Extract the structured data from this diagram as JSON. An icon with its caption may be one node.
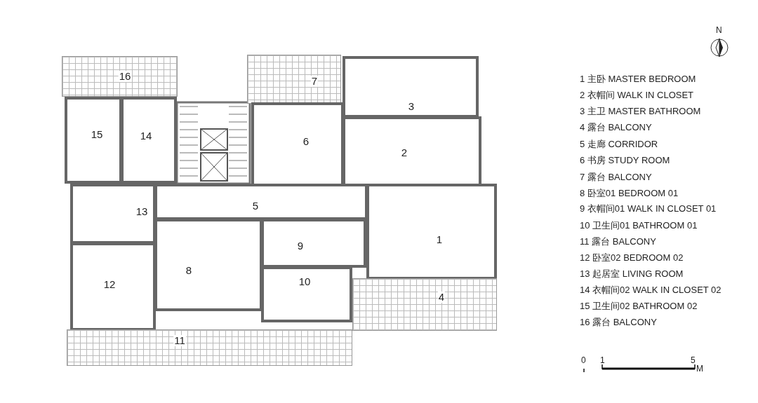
{
  "diagram": {
    "nodes": [
      {
        "text": [
          "16"
        ]
      },
      {
        "text": [
          "7"
        ]
      },
      {
        "text": [
          "3"
        ]
      },
      {
        "text": [
          "15"
        ]
      },
      {
        "text": [
          "14"
        ]
      },
      {
        "text": [
          "6"
        ]
      },
      {
        "text": [
          "2"
        ]
      },
      {
        "text": [
          "5"
        ]
      },
      {
        "text": [
          "13"
        ]
      },
      {
        "text": [
          "1"
        ]
      },
      {
        "text": [
          "9"
        ]
      },
      {
        "text": [
          "8"
        ]
      },
      {
        "text": [
          "10"
        ]
      },
      {
        "text": [
          "12"
        ]
      },
      {
        "text": [
          "4"
        ]
      },
      {
        "text": [
          "11"
        ]
      }
    ],
    "edges": [],
    "labels": [
      "N",
      "1 主卧 MASTER BEDROOM",
      "2 衣帽间 WALK IN CLOSET",
      "3 主卫 MASTER BATHROOM",
      "4 露台 BALCONY",
      "5 走廊 CORRIDOR",
      "6 书房 STUDY ROOM",
      "7 露台 BALCONY",
      "8 卧室01 BEDROOM 01",
      "9 衣帽间01 WALK IN CLOSET 01",
      "10 卫生间01 BATHROOM 01",
      "11 露台 BALCONY",
      "12 卧室02 BEDROOM 02",
      "13 起居室 LIVING ROOM",
      "14 衣帽间02 WALK IN CLOSET 02",
      "15 卫生间02 BATHROOM 02",
      "16 露台 BALCONY",
      "0",
      "1",
      "5",
      "M"
    ]
  }
}
